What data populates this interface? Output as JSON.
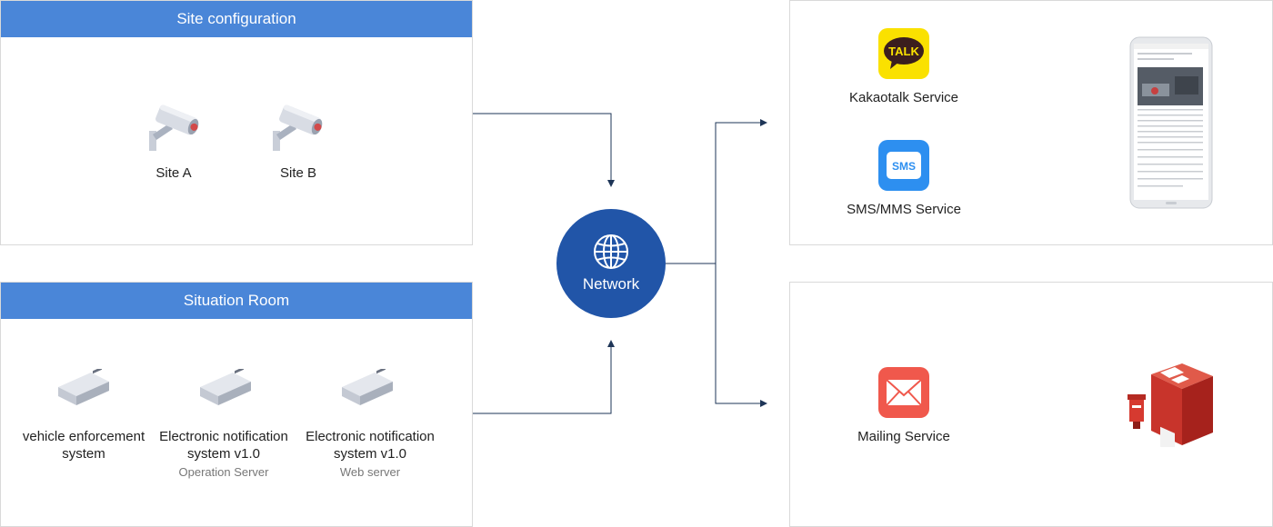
{
  "site_panel": {
    "title": "Site configuration",
    "cameras": [
      {
        "label": "Site A",
        "icon": "cctv-camera-icon"
      },
      {
        "label": "Site B",
        "icon": "cctv-camera-icon"
      }
    ]
  },
  "situation_panel": {
    "title": "Situation Room",
    "servers": [
      {
        "label_line1": "vehicle enforcement",
        "label_line2": "system",
        "sublabel": ""
      },
      {
        "label_line1": "Electronic notification",
        "label_line2": "system v1.0",
        "sublabel": "Operation Server"
      },
      {
        "label_line1": "Electronic notification",
        "label_line2": "system v1.0",
        "sublabel": "Web server"
      }
    ]
  },
  "network": {
    "label": "Network",
    "icon": "globe-icon"
  },
  "services": {
    "kakao": {
      "label": "Kakaotalk Service",
      "badge": "TALK",
      "icon": "kakaotalk-icon"
    },
    "sms": {
      "label": "SMS/MMS Service",
      "badge": "SMS",
      "icon": "sms-icon"
    },
    "mail": {
      "label": "Mailing Service",
      "icon": "mail-icon"
    },
    "phone": {
      "icon": "smartphone-icon"
    },
    "mailbox": {
      "icon": "post-office-icon"
    }
  },
  "colors": {
    "header_blue": "#4a86d8",
    "network_blue": "#2155a8",
    "line": "#1e3557",
    "kakao_yellow": "#fae100",
    "sms_blue": "#2d8ff0",
    "mail_red": "#f0584c"
  }
}
